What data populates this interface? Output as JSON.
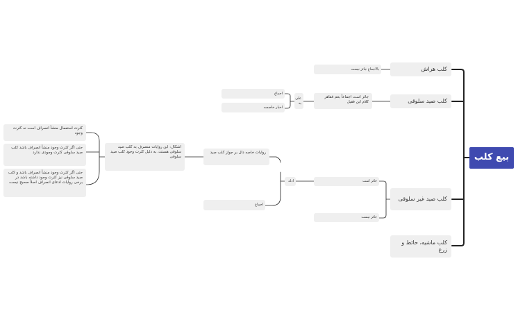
{
  "root": {
    "label": "بیع کلب",
    "color": "#3f4ab0"
  },
  "branches": {
    "kalb_haras": "کلب هراش",
    "kalb_haras_child": "بالاجماع جائز نیست",
    "kalb_sayd": "کلب صید سلوقی",
    "kalb_sayd_child": "جائز است اجماعاً بعم فقاهر کلام ابن فقیل",
    "kalb_sayd_ijma": "اجماع",
    "kalb_sayd_akhbar": "اخبار خاصسه",
    "kalb_sayd_mark": "علی یه",
    "kalb_ghayr": "کلب صید غیر سلوقی",
    "ja_iz": "جائز است",
    "ghayr_ja_iz": "جائز نیست",
    "adilla": "ادله",
    "riwayat": "روایات خاصه دال بر جواز کلب صید",
    "ijma": "اجماع",
    "ishkal": "اشکال: این روایات منصرف به کلب صید سلوقی هستند، به دلیل کثرت وجود کلب صید سلوقی",
    "ans1": "کثرت استعمال منشأ انصراف است نه کثرت وجود",
    "ans2": "حتی اگر کثرت وجود منشأ انصراف باشد کلب صید سلوقی کثرت وجودی ندارد",
    "ans3": "حتی اگر کثرت وجود منشأ انصراف باشد و کلب صید سلوقی نیز کثرت وجود داشته باشد در برخی روایات ادعای انصراف اصلاً صحیح نیست",
    "kalb_mashiya": "کلب ماشیه، حائط و زرع"
  },
  "colors": {
    "line": "#222222",
    "node_bg": "#efefef"
  }
}
